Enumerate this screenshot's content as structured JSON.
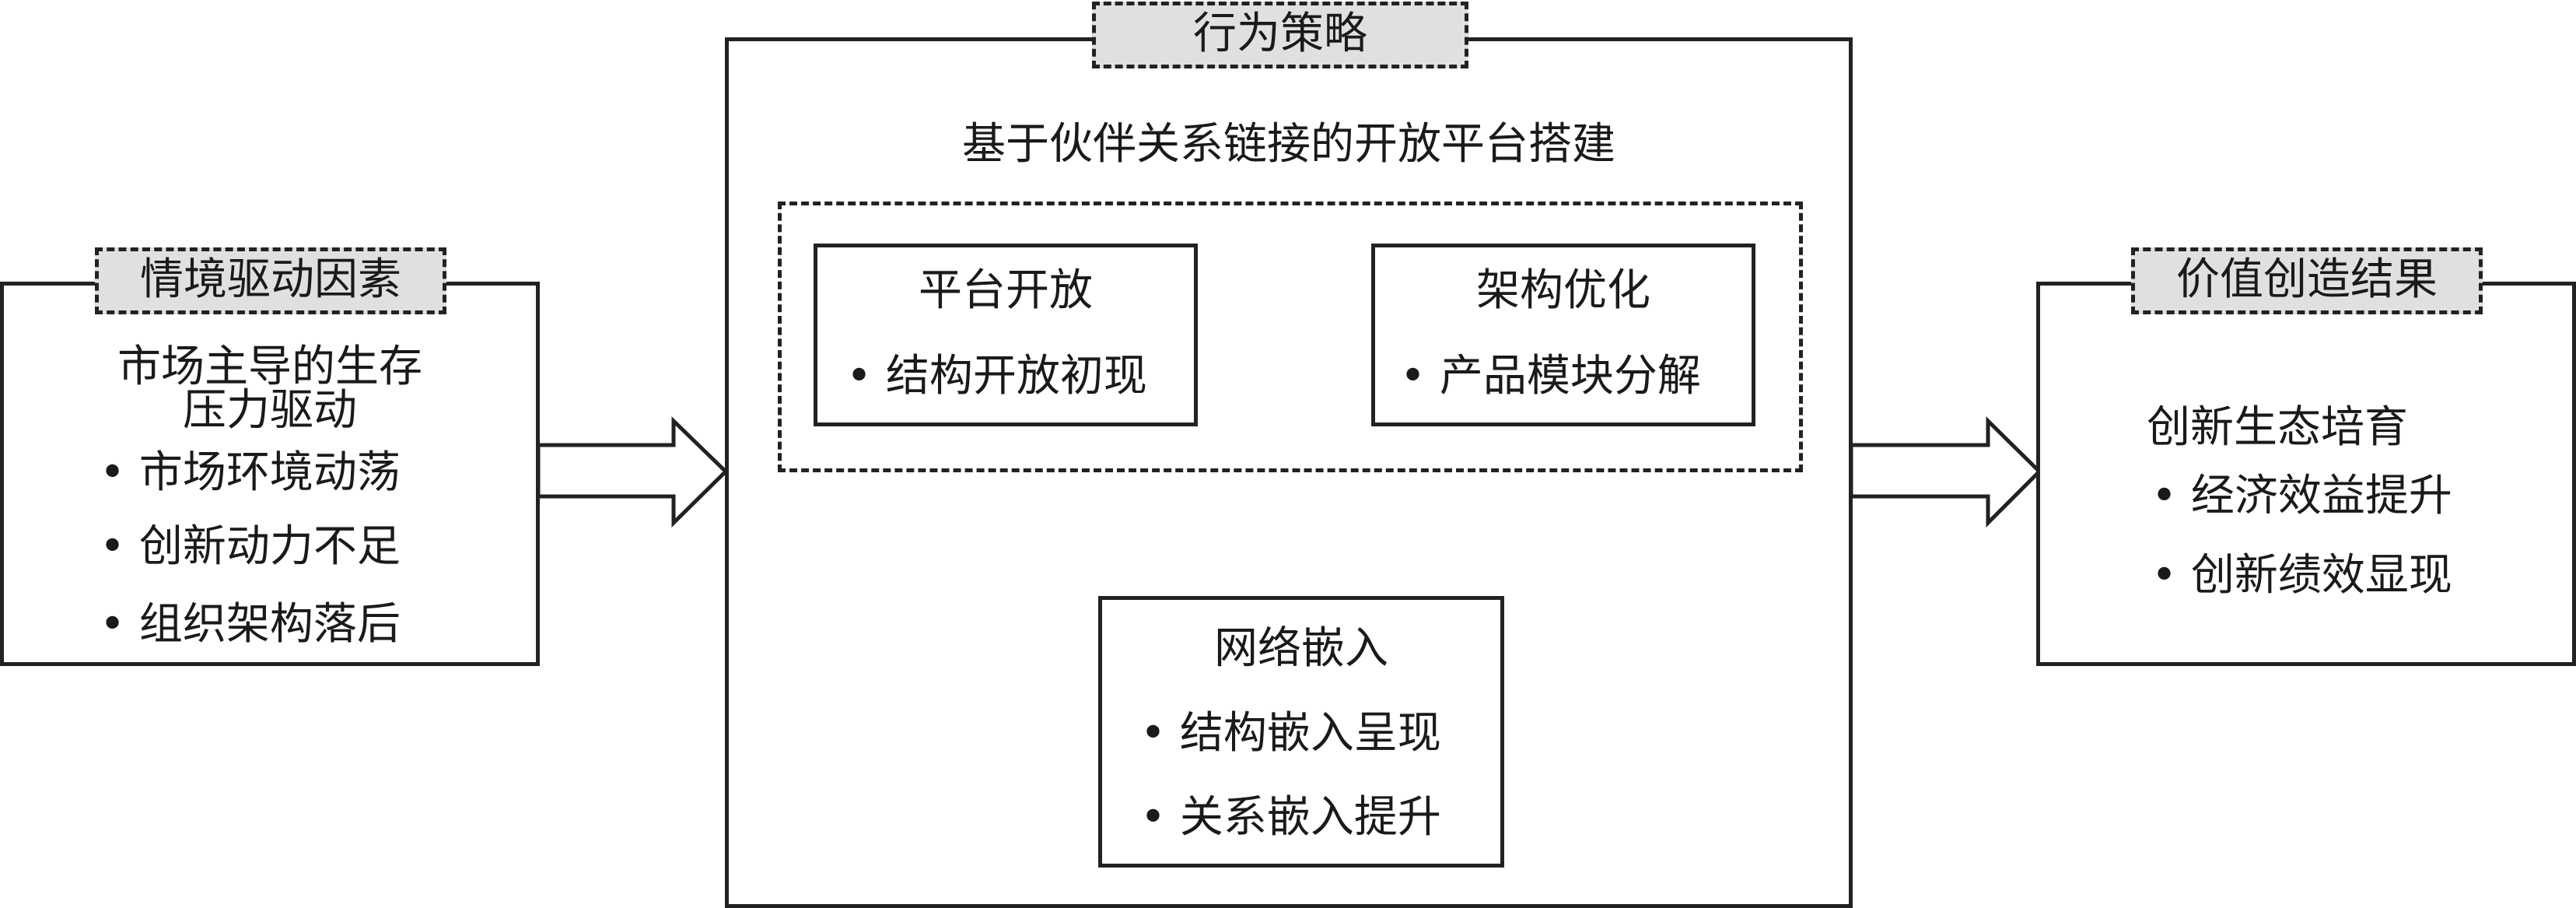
{
  "left": {
    "tag": "情境驱动因素",
    "heading_lines": [
      "市场主导的生存",
      "压力驱动"
    ],
    "items": [
      "• 市场环境动荡",
      "• 创新动力不足",
      "• 组织架构落后"
    ]
  },
  "center": {
    "tag": "行为策略",
    "heading": "基于伙伴关系链接的开放平台搭建",
    "platform": {
      "title": "平台开放",
      "item": "• 结构开放初现"
    },
    "architecture": {
      "title": "架构优化",
      "item": "• 产品模块分解"
    },
    "network": {
      "title": "网络嵌入",
      "items": [
        "• 结构嵌入呈现",
        "• 关系嵌入提升"
      ]
    }
  },
  "right": {
    "tag": "价值创造结果",
    "heading": "创新生态培育",
    "items": [
      "• 经济效益提升",
      "• 创新绩效显现"
    ]
  }
}
